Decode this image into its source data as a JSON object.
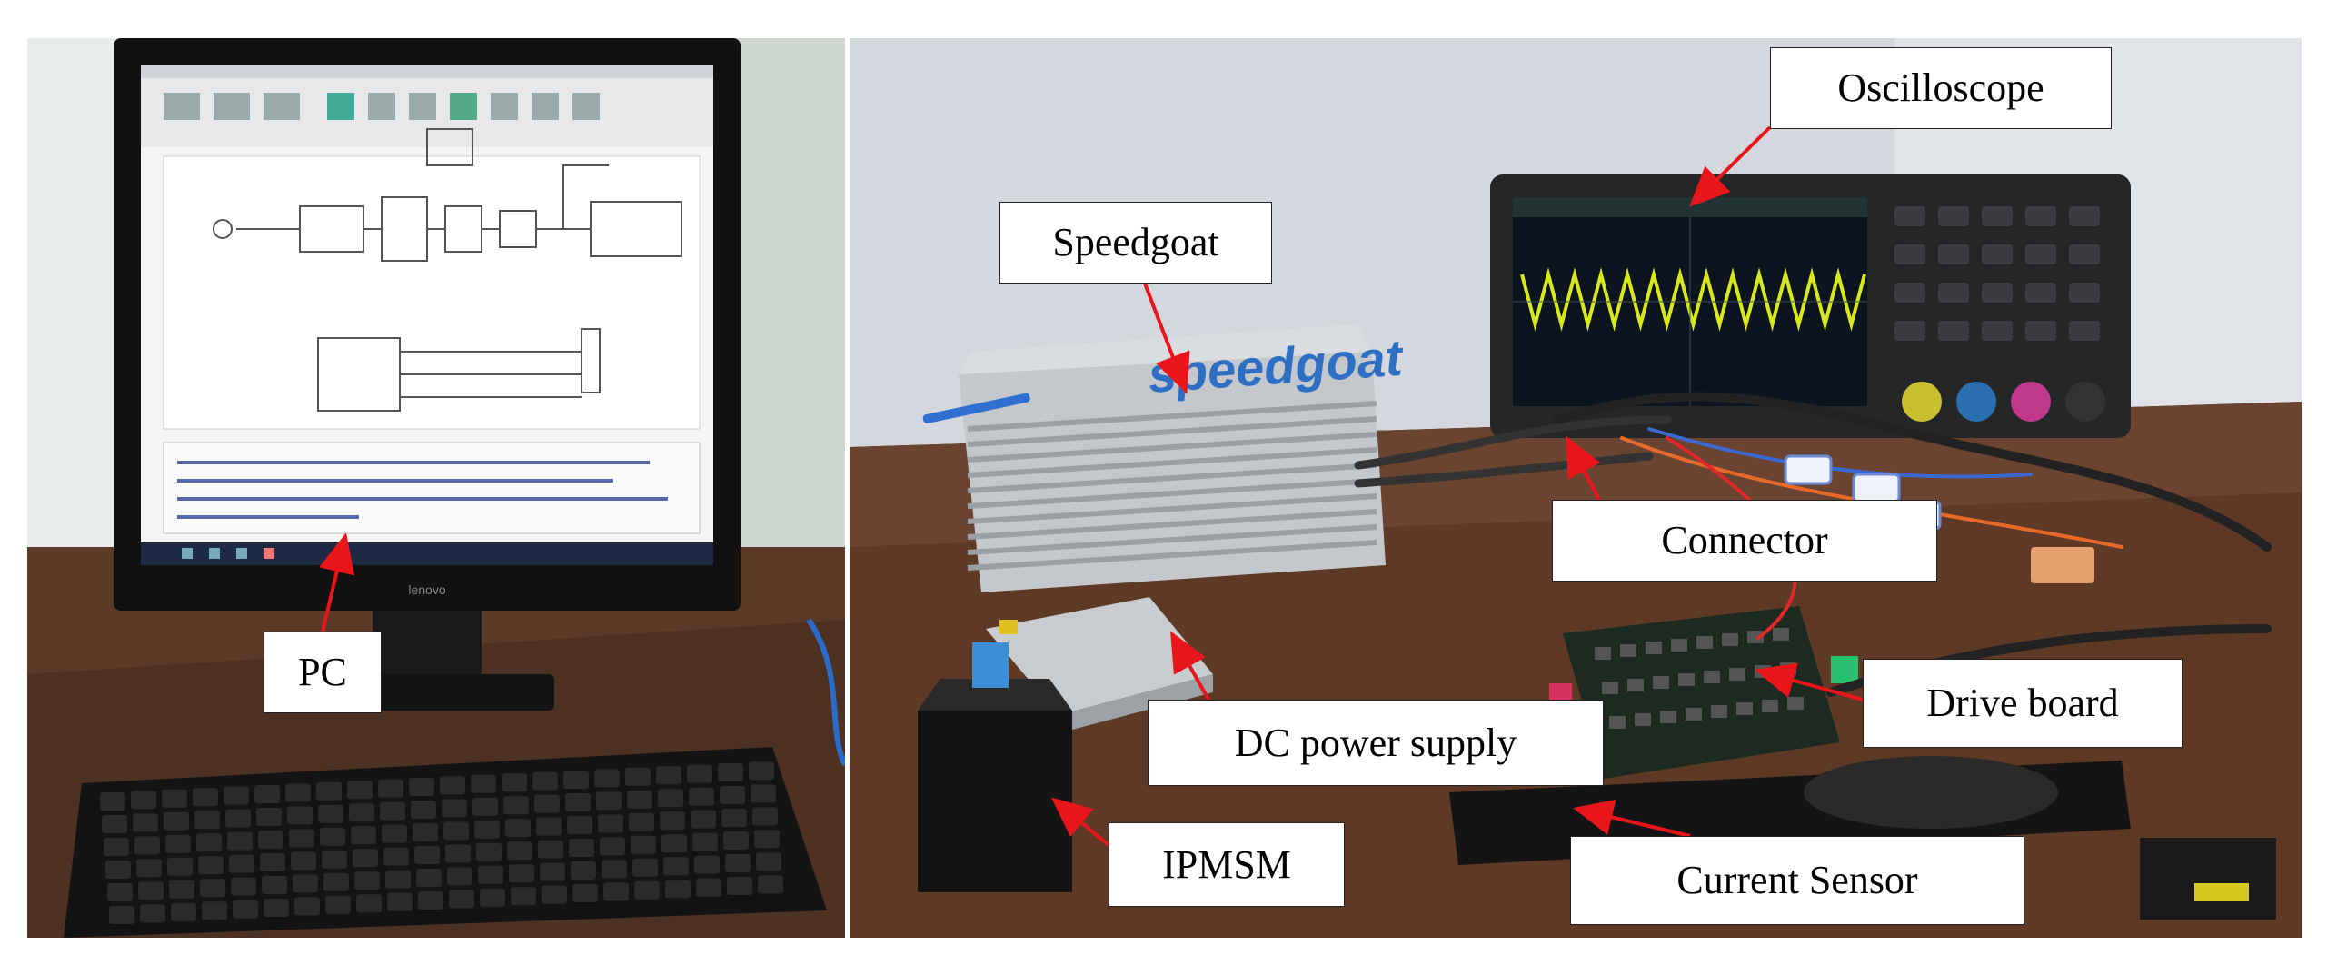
{
  "labels": {
    "pc": "PC",
    "oscilloscope": "Oscilloscope",
    "speedgoat": "Speedgoat",
    "connector": "Connector",
    "drive_board": "Drive board",
    "dc_power_supply": "DC power supply",
    "ipmsm": "IPMSM",
    "current_sensor": "Current Sensor"
  },
  "device_text": {
    "monitor_brand": "lenovo",
    "speedgoat_brand": "speedgoat"
  },
  "colors": {
    "arrow": "#e8161b",
    "label_border": "#222222",
    "oscilloscope_trace": "#d8e81a"
  }
}
